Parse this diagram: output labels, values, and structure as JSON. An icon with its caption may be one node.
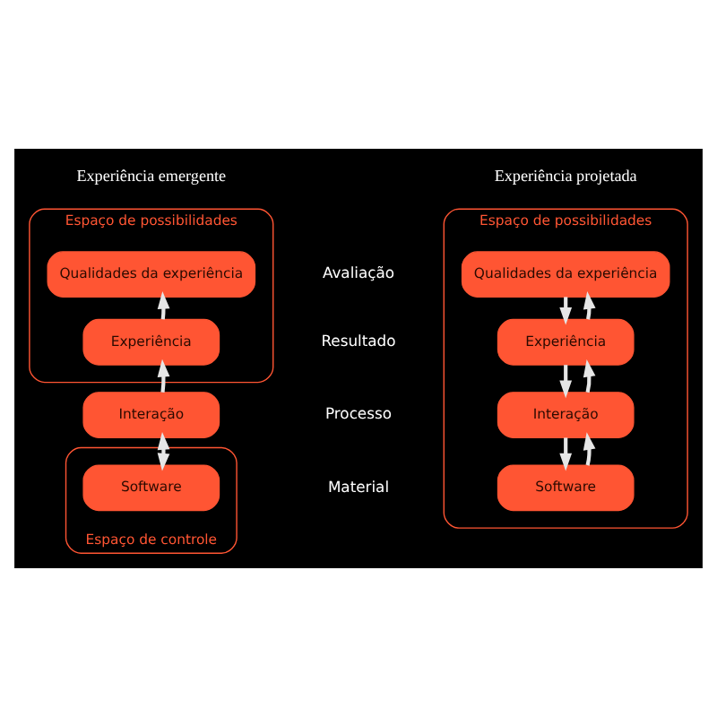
{
  "diagram": {
    "nodes": [
      {
        "text": [
          "Espaço de possibilidades"
        ]
      },
      {
        "text": [
          "Qualidades da experiência"
        ],
        "in": 0
      },
      {
        "text": [
          "Experiência"
        ],
        "in": 0
      },
      {
        "text": [
          "Interação"
        ]
      },
      {
        "text": [
          "Espaço de controle"
        ]
      },
      {
        "text": [
          "Software"
        ],
        "in": 4
      },
      {
        "text": [
          "Espaço de possibilidades"
        ]
      },
      {
        "text": [
          "Qualidades da experiência"
        ],
        "in": 6
      },
      {
        "text": [
          "Experiência"
        ],
        "in": 6
      },
      {
        "text": [
          "Interação"
        ],
        "in": 6
      },
      {
        "text": [
          "Software"
        ],
        "in": 6
      }
    ],
    "edges": [
      {
        "from": 2,
        "to": 1,
        "arrow": "to"
      },
      {
        "from": 3,
        "to": 2,
        "arrow": "to"
      },
      {
        "from": 3,
        "to": 5,
        "arrow": "both"
      },
      {
        "from": 7,
        "to": 8,
        "arrow": "to"
      },
      {
        "from": 8,
        "to": 7,
        "arrow": "to"
      },
      {
        "from": 8,
        "to": 9,
        "arrow": "to"
      },
      {
        "from": 9,
        "to": 8,
        "arrow": "to"
      },
      {
        "from": 9,
        "to": 10,
        "arrow": "to"
      },
      {
        "from": 10,
        "to": 9,
        "arrow": "to"
      }
    ],
    "labels": [
      "Experiência emergente",
      "Experiência projetada",
      "Avaliação",
      "Resultado",
      "Processo",
      "Material"
    ]
  }
}
